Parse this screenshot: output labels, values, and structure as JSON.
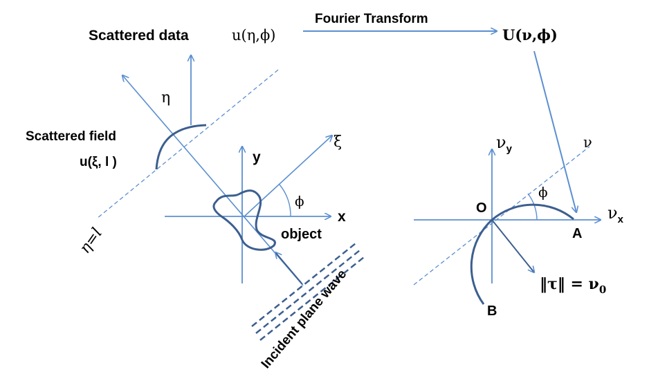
{
  "top": {
    "scattered_data_label": "Scattered data",
    "scattered_data_fn": "u(η,ϕ)",
    "transform_label": "Fourier Transform",
    "fourier_fn": "U(ν,ϕ)"
  },
  "left": {
    "scattered_field_line1": "Scattered field",
    "scattered_field_line2": "u(ξ, l )",
    "eta_axis": "η",
    "xi_axis": "ξ",
    "y_axis": "y",
    "x_axis": "x",
    "phi": "ϕ",
    "object_label": "object",
    "eta_eq_l": "η=l",
    "incident_label": "Incident plane wave"
  },
  "right": {
    "nu_y": "ν",
    "nu_y_sub": "y",
    "nu_x": "ν",
    "nu_x_sub": "x",
    "nu_axis": "ν",
    "phi": "ϕ",
    "point_o": "O",
    "point_a": "A",
    "point_b": "B",
    "tau_eq": "‖τ‖ = ν",
    "tau_sub": "0"
  },
  "colors": {
    "line": "#5b8fd0",
    "curve": "#3c5f8f"
  }
}
